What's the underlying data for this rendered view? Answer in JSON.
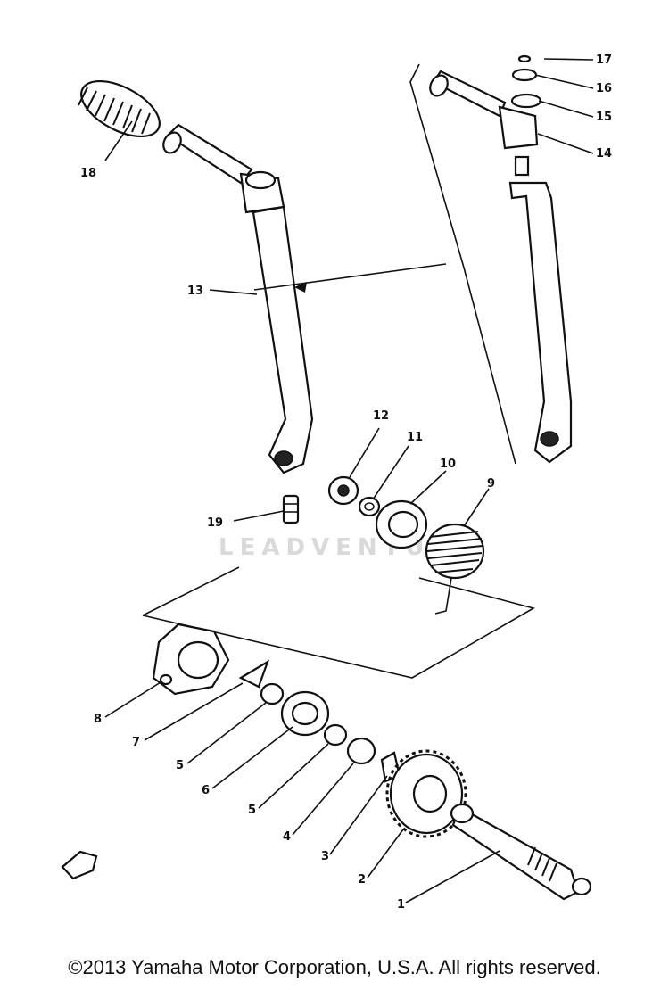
{
  "callouts": {
    "c1": "1",
    "c2": "2",
    "c3": "3",
    "c4": "4",
    "c5a": "5",
    "c5b": "5",
    "c6": "6",
    "c7": "7",
    "c8": "8",
    "c9": "9",
    "c10": "10",
    "c11": "11",
    "c12": "12",
    "c13": "13",
    "c14": "14",
    "c15": "15",
    "c16": "16",
    "c17": "17",
    "c18": "18",
    "c19": "19"
  },
  "watermark": "LEADVENTU",
  "footer": {
    "copyright": "©2013 Yamaha Motor Corporation, U.S.A. All rights reserved."
  }
}
